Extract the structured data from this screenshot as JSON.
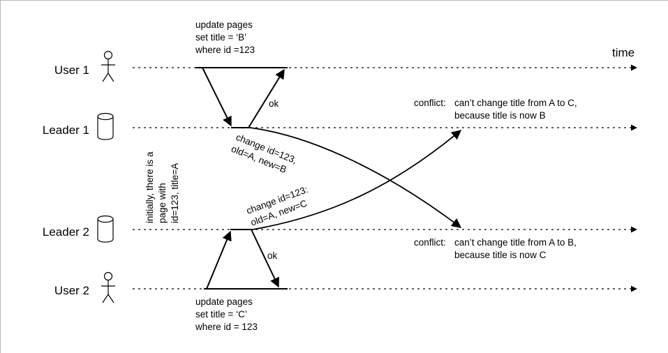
{
  "actors": [
    {
      "name": "User 1",
      "icon": "person-icon"
    },
    {
      "name": "Leader 1",
      "icon": "database-icon"
    },
    {
      "name": "Leader 2",
      "icon": "database-icon"
    },
    {
      "name": "User 2",
      "icon": "person-icon"
    }
  ],
  "time_label": "time",
  "user1_request": [
    "update pages",
    "set title = ‘B’",
    "where id =123"
  ],
  "user2_request": [
    "update pages",
    "set title = ‘C’",
    "where id = 123"
  ],
  "ack_leader1": "ok",
  "ack_leader2": "ok",
  "repl_leader1": [
    "change id=123,",
    "old=A, new=B"
  ],
  "repl_leader2": [
    "change id=123:",
    "old=A, new=C"
  ],
  "initial_state": [
    "initially, there is a",
    "page with",
    "id=123, title=A"
  ],
  "conflict_top": {
    "prefix": "conflict:",
    "lines": [
      "can’t change title from A to C,",
      "because title is now B"
    ]
  },
  "conflict_bottom": {
    "prefix": "conflict:",
    "lines": [
      "can’t change title from A to B,",
      "because title is now C"
    ]
  }
}
